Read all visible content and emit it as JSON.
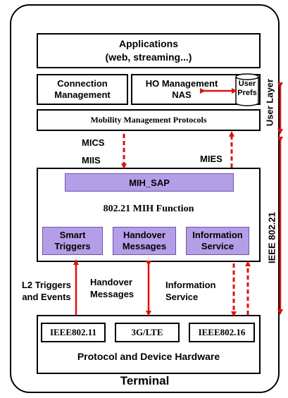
{
  "applications": {
    "line1": "Applications",
    "line2": "(web, streaming...)"
  },
  "connection_management": {
    "line1": "Connection",
    "line2": "Management"
  },
  "ho_management": {
    "line1": "HO Management",
    "line2": "NAS"
  },
  "user_prefs": {
    "line1": "User",
    "line2": "Prefs"
  },
  "mobility_protocols": "Mobility Management Protocols",
  "mics_label": "MICS",
  "miis_label": "MIIS",
  "mies_label": "MIES",
  "mih_sap": "MIH_SAP",
  "mih_function": "802.21 MIH Function",
  "smart_triggers": {
    "line1": "Smart",
    "line2": "Triggers"
  },
  "handover_messages_box": {
    "line1": "Handover",
    "line2": "Messages"
  },
  "information_service_box": {
    "line1": "Information",
    "line2": "Service"
  },
  "l2_triggers": {
    "line1": "L2 Triggers",
    "line2": "and Events"
  },
  "handover_messages_label": {
    "line1": "Handover",
    "line2": "Messages"
  },
  "information_service_label": {
    "line1": "Information",
    "line2": "Service"
  },
  "ieee80211": "IEEE802.11",
  "lte": "3G/LTE",
  "ieee80216": "IEEE802.16",
  "hardware": "Protocol and Device Hardware",
  "terminal": "Terminal",
  "user_layer": "User Layer",
  "ieee_80221": "IEEE 802.21",
  "colors": {
    "arrow_red": "#e01010",
    "purple_fill": "#b59ee8"
  }
}
